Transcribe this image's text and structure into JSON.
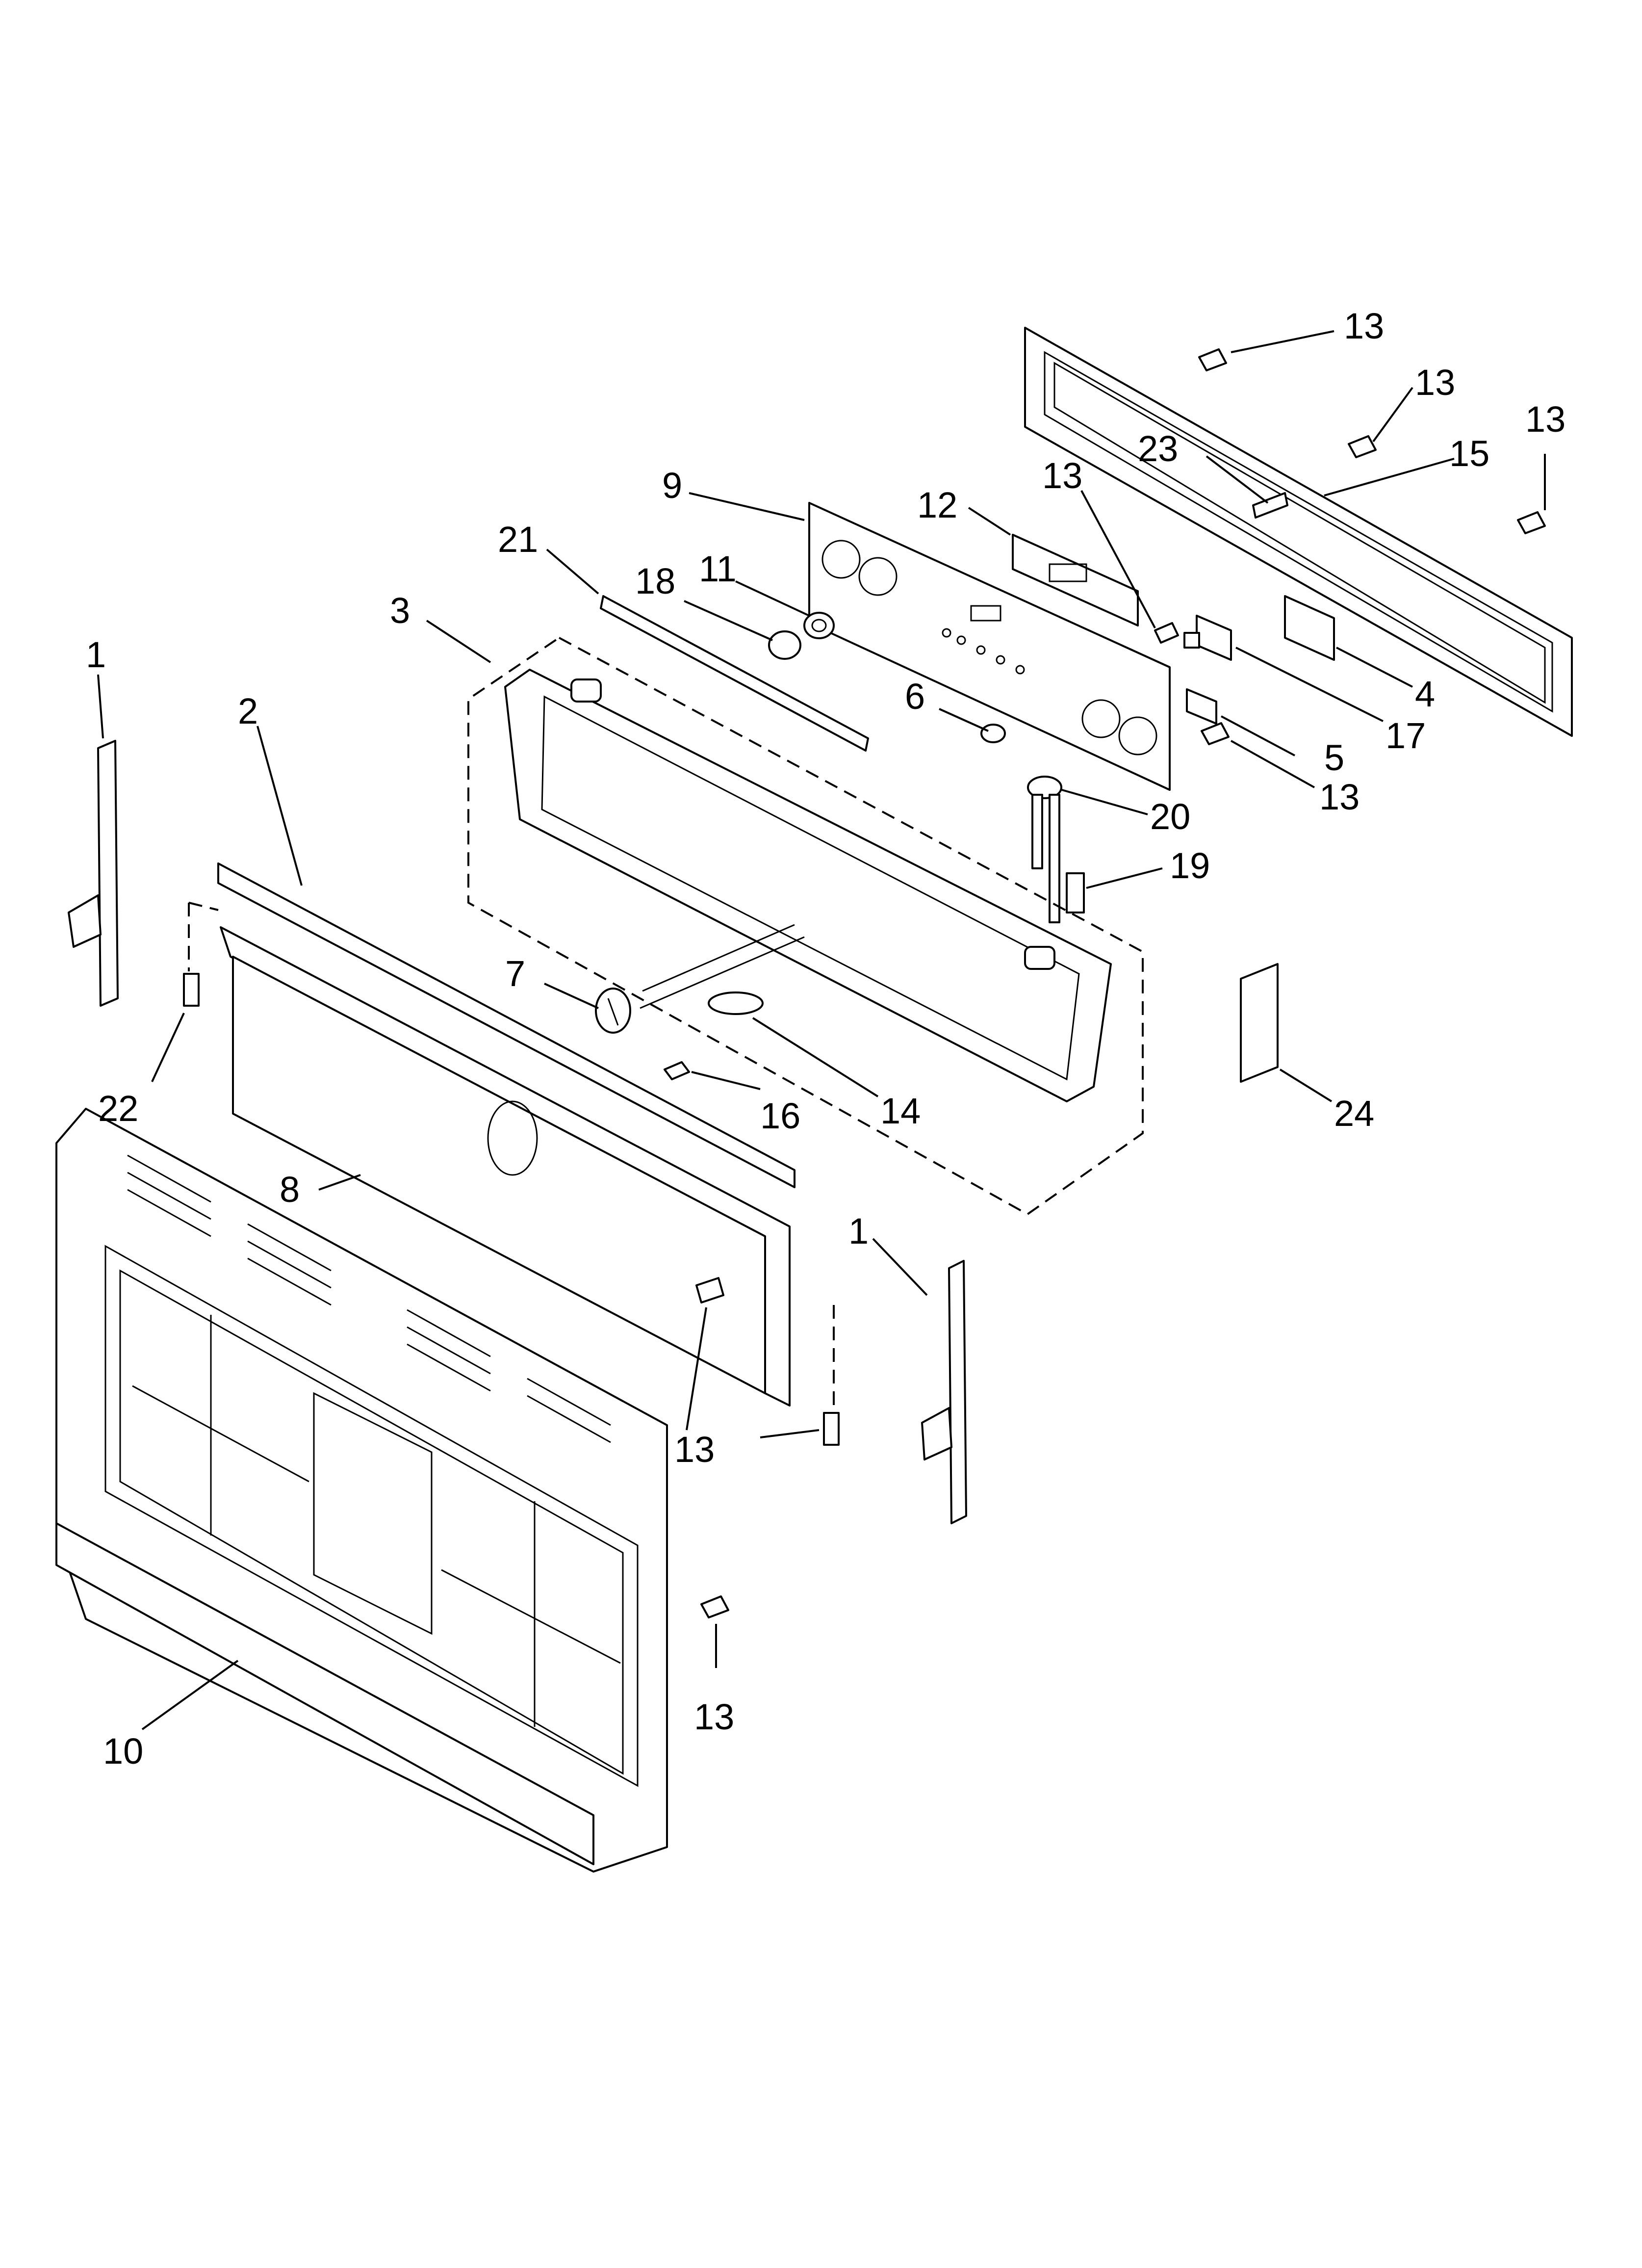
{
  "diagram": {
    "callouts": [
      {
        "id": "c1a",
        "label": "1"
      },
      {
        "id": "c1b",
        "label": "1"
      },
      {
        "id": "c2",
        "label": "2"
      },
      {
        "id": "c3",
        "label": "3"
      },
      {
        "id": "c4",
        "label": "4"
      },
      {
        "id": "c5",
        "label": "5"
      },
      {
        "id": "c6",
        "label": "6"
      },
      {
        "id": "c7",
        "label": "7"
      },
      {
        "id": "c8",
        "label": "8"
      },
      {
        "id": "c9",
        "label": "9"
      },
      {
        "id": "c10",
        "label": "10"
      },
      {
        "id": "c11",
        "label": "11"
      },
      {
        "id": "c12",
        "label": "12"
      },
      {
        "id": "c13a",
        "label": "13"
      },
      {
        "id": "c13b",
        "label": "13"
      },
      {
        "id": "c13c",
        "label": "13"
      },
      {
        "id": "c13d",
        "label": "13"
      },
      {
        "id": "c13e",
        "label": "13"
      },
      {
        "id": "c13f",
        "label": "13"
      },
      {
        "id": "c13g",
        "label": "13"
      },
      {
        "id": "c14",
        "label": "14"
      },
      {
        "id": "c15",
        "label": "15"
      },
      {
        "id": "c16",
        "label": "16"
      },
      {
        "id": "c17",
        "label": "17"
      },
      {
        "id": "c18",
        "label": "18"
      },
      {
        "id": "c19",
        "label": "19"
      },
      {
        "id": "c20",
        "label": "20"
      },
      {
        "id": "c21",
        "label": "21"
      },
      {
        "id": "c22",
        "label": "22"
      },
      {
        "id": "c23",
        "label": "23"
      },
      {
        "id": "c24",
        "label": "24"
      }
    ]
  }
}
